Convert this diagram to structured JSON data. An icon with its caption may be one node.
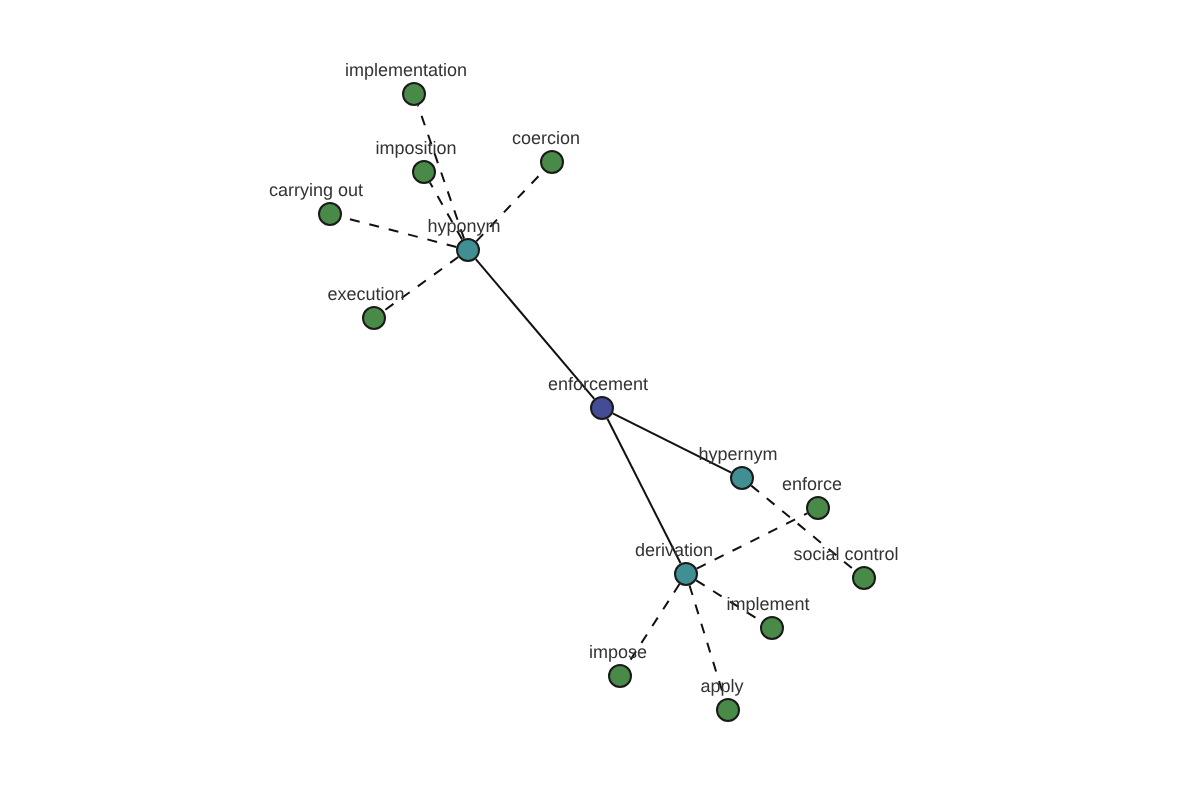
{
  "diagram": {
    "nodes": [
      {
        "text": [
          "enforcement"
        ]
      },
      {
        "text": [
          "hyponym"
        ]
      },
      {
        "text": [
          "hypernym"
        ]
      },
      {
        "text": [
          "derivation"
        ]
      },
      {
        "text": [
          "implementation"
        ]
      },
      {
        "text": [
          "imposition"
        ]
      },
      {
        "text": [
          "coercion"
        ]
      },
      {
        "text": [
          "carrying out"
        ]
      },
      {
        "text": [
          "execution"
        ]
      },
      {
        "text": [
          "enforce"
        ]
      },
      {
        "text": [
          "social control"
        ]
      },
      {
        "text": [
          "implement"
        ]
      },
      {
        "text": [
          "impose"
        ]
      },
      {
        "text": [
          "apply"
        ]
      }
    ],
    "edges": [
      {
        "from": 0,
        "to": 1,
        "arrow": "none"
      },
      {
        "from": 0,
        "to": 2,
        "arrow": "none"
      },
      {
        "from": 0,
        "to": 3,
        "arrow": "none"
      },
      {
        "from": 1,
        "to": 4,
        "arrow": "none",
        "style": "dashed"
      },
      {
        "from": 1,
        "to": 5,
        "arrow": "none",
        "style": "dashed"
      },
      {
        "from": 1,
        "to": 6,
        "arrow": "none",
        "style": "dashed"
      },
      {
        "from": 1,
        "to": 7,
        "arrow": "none",
        "style": "dashed"
      },
      {
        "from": 1,
        "to": 8,
        "arrow": "none",
        "style": "dashed"
      },
      {
        "from": 2,
        "to": 10,
        "arrow": "none",
        "style": "dashed"
      },
      {
        "from": 3,
        "to": 9,
        "arrow": "none",
        "style": "dashed"
      },
      {
        "from": 3,
        "to": 11,
        "arrow": "none",
        "style": "dashed"
      },
      {
        "from": 3,
        "to": 12,
        "arrow": "none",
        "style": "dashed"
      },
      {
        "from": 3,
        "to": 13,
        "arrow": "none",
        "style": "dashed"
      }
    ]
  }
}
